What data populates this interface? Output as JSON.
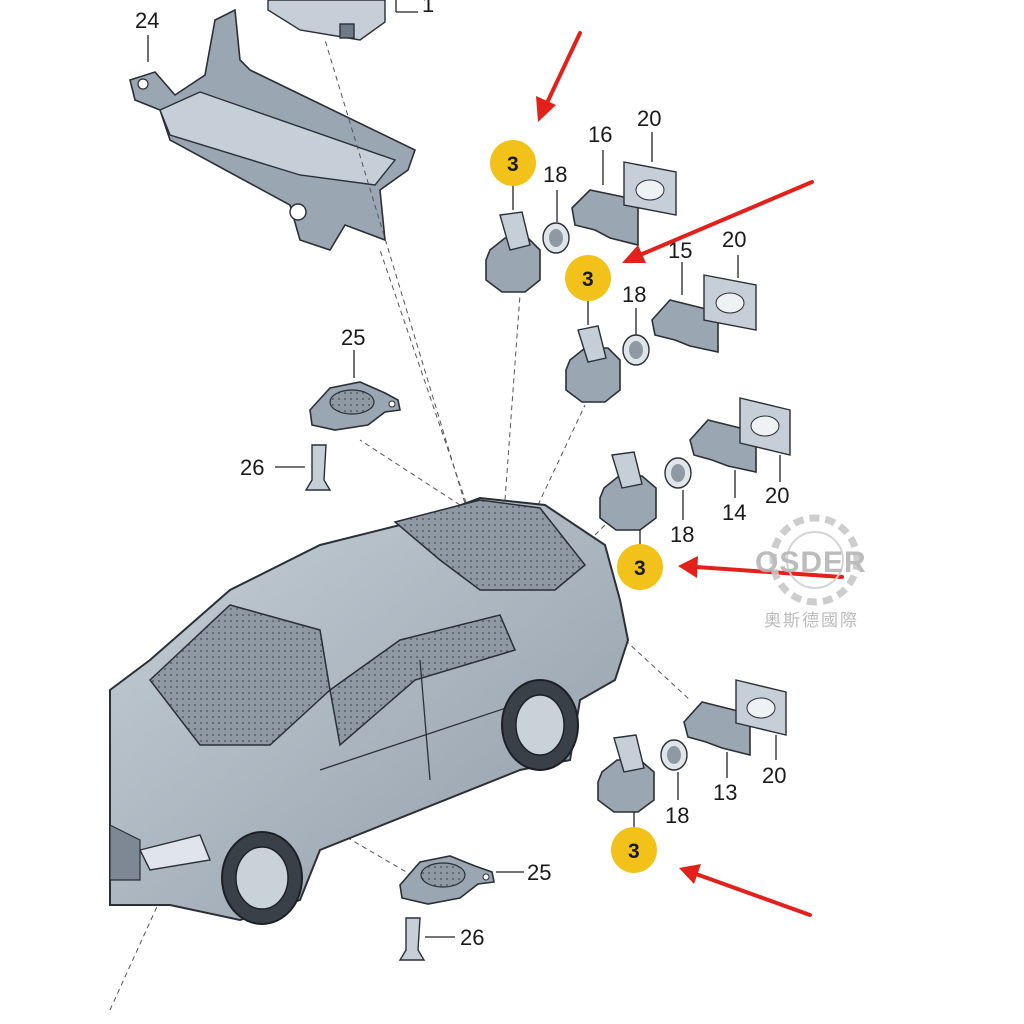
{
  "labels": {
    "bracket": "24",
    "buzzer_upper": "25",
    "buzzer_lower": "25",
    "clip_upper": "26",
    "clip_lower": "26",
    "sensor_1": "3",
    "sensor_2": "3",
    "sensor_3": "3",
    "sensor_4": "3",
    "ring_1": "18",
    "ring_2": "18",
    "ring_3": "18",
    "ring_4": "18",
    "holder_1": "16",
    "holder_2": "15",
    "holder_3": "14",
    "holder_4": "13",
    "cover_1": "20",
    "cover_2": "20",
    "cover_3": "20",
    "cover_4": "20",
    "top_partial": "1"
  },
  "watermark": {
    "brand": "OSDER",
    "chinese": "奧斯德國際"
  },
  "colors": {
    "highlight": "#f2c21b",
    "arrow": "#e3211b",
    "part_fill": "#9aa6b2",
    "car_body": "#a9b4bf"
  }
}
